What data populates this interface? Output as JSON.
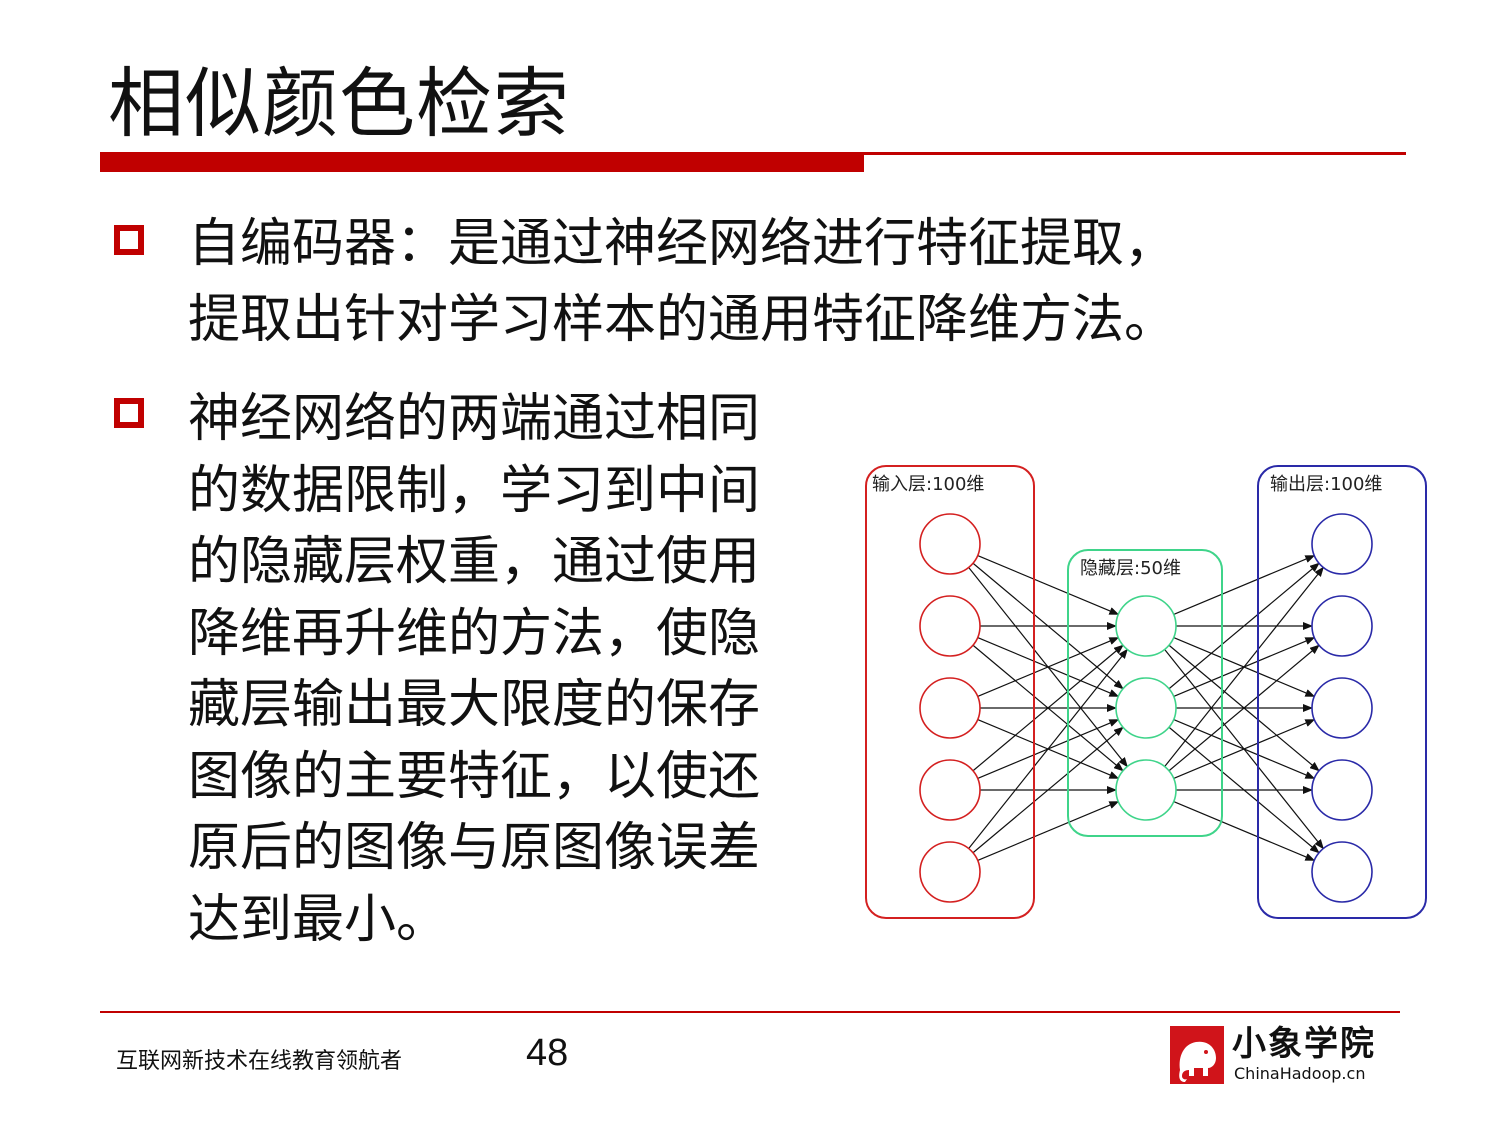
{
  "slide": {
    "title": "相似颜色检索",
    "bullets": [
      {
        "lines": [
          "自编码器：是通过神经网络进行特征提取，",
          "提取出针对学习样本的通用特征降维方法。"
        ]
      },
      {
        "lines": [
          "神经网络的两端通过相同",
          "的数据限制，学习到中间",
          "的隐藏层权重，通过使用",
          "降维再升维的方法，使隐",
          "藏层输出最大限度的保存",
          "图像的主要特征，以使还",
          "原后的图像与原图像误差",
          "达到最小。"
        ]
      }
    ]
  },
  "diagram": {
    "layers": [
      {
        "label": "输入层:100维",
        "nodes": 5,
        "color": "#d42020"
      },
      {
        "label": "隐藏层:50维",
        "nodes": 3,
        "color": "#3fd48a"
      },
      {
        "label": "输出层:100维",
        "nodes": 5,
        "color": "#2a2aa8"
      }
    ]
  },
  "footer": {
    "slogan": "互联网新技术在线教育领航者",
    "page_number": "48",
    "logo_name": "小象学院",
    "logo_sub": "ChinaHadoop.cn"
  },
  "colors": {
    "accent": "#c00000",
    "logo_red": "#d0141a"
  }
}
